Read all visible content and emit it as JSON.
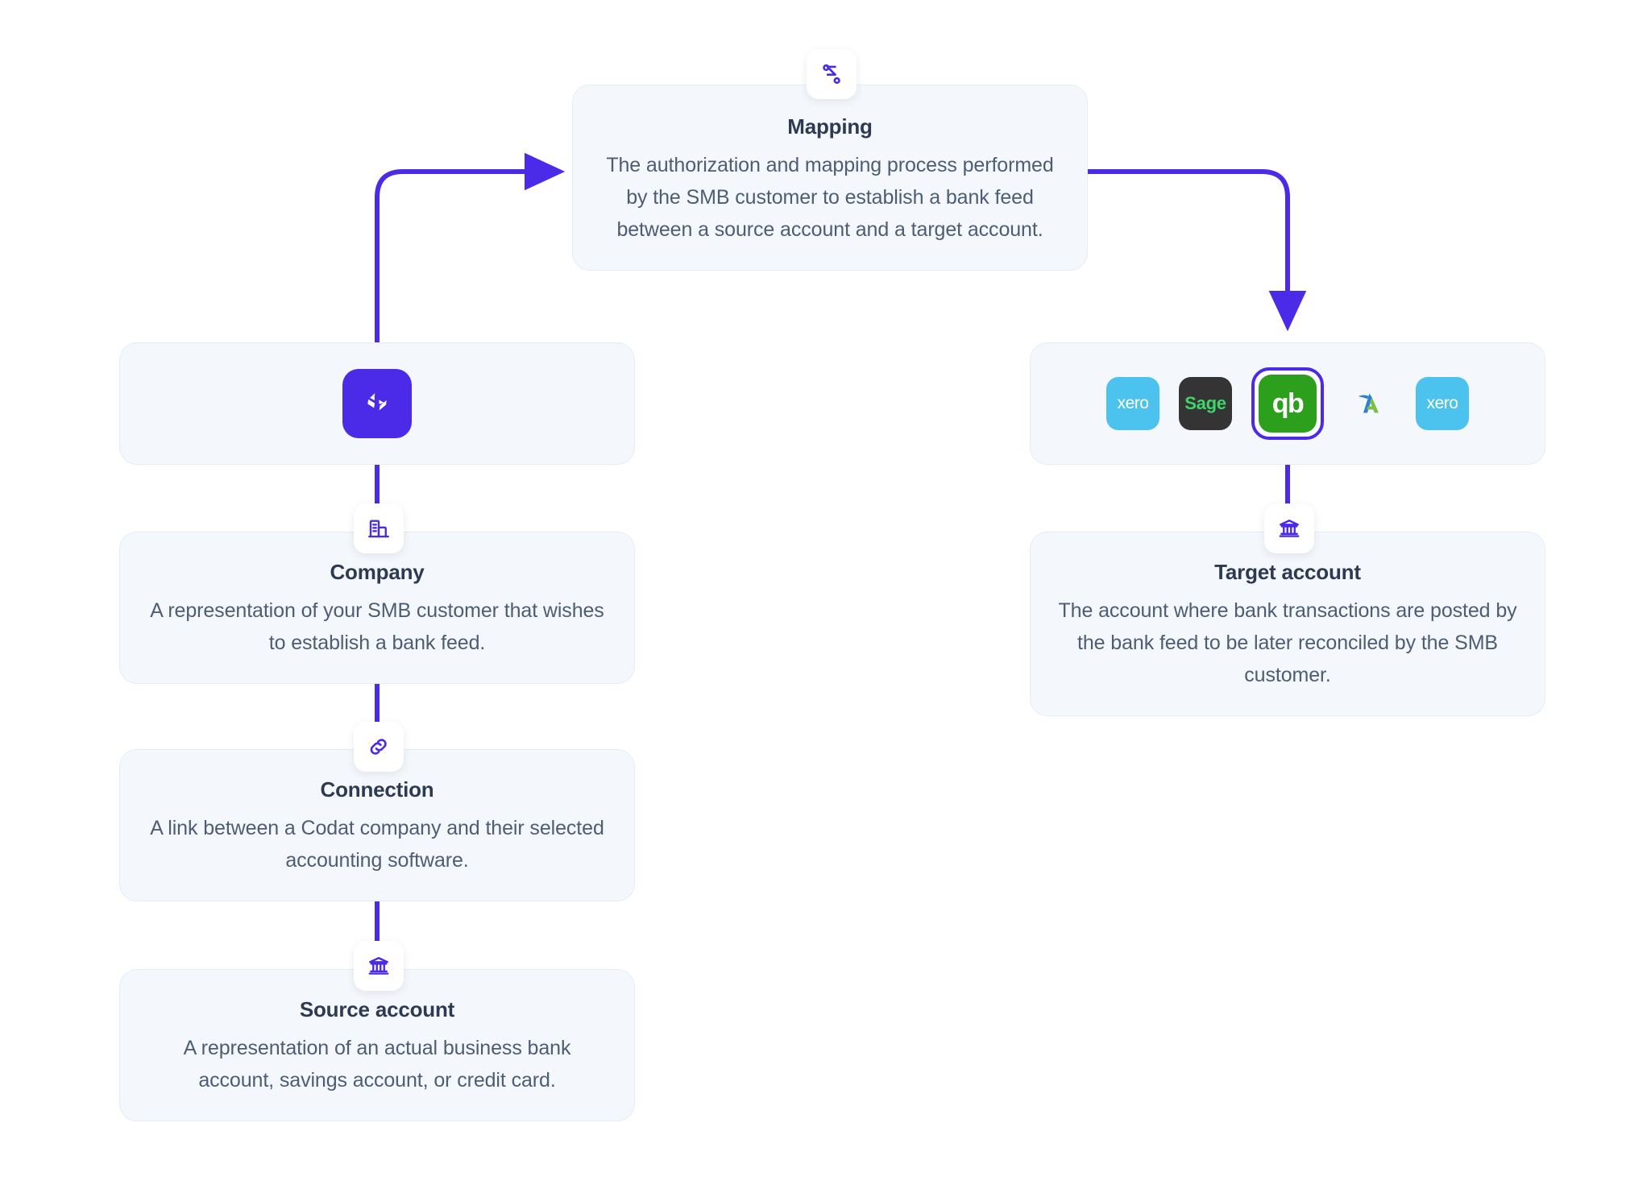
{
  "theme": {
    "accent": "#4b2ae8",
    "card_bg": "#f4f8fc",
    "card_border": "#e4ecf4",
    "title_color": "#2e3a52",
    "body_color": "#4e5d73",
    "xero_bg": "#4cc3ee",
    "sage_bg": "#343434",
    "sage_fg": "#3ed56a",
    "quickbooks_bg": "#2ca01c",
    "selected_ring": "#4b2ae8"
  },
  "cards": {
    "mapping": {
      "title": "Mapping",
      "body": "The authorization and mapping process performed by the SMB customer to establish a bank feed between a source account and a target account.",
      "icon": "mapping-percent-icon"
    },
    "company": {
      "title": "Company",
      "body": "A representation of your SMB customer that wishes to establish a bank feed.",
      "icon": "building-icon"
    },
    "connection": {
      "title": "Connection",
      "body": "A link between a Codat company and their selected accounting software.",
      "icon": "link-icon"
    },
    "source_account": {
      "title": "Source account",
      "body": "A representation of an actual business bank account, savings account, or credit card.",
      "icon": "bank-icon"
    },
    "target_account": {
      "title": "Target account",
      "body": "The account where bank transactions are posted by the bank feed to be later reconciled by the SMB customer.",
      "icon": "bank-icon"
    },
    "platform": {
      "icon": "codat-code-brackets-icon"
    }
  },
  "software_tiles": [
    {
      "name": "Xero",
      "label": "xero",
      "icon": "xero-logo-icon",
      "selected": false
    },
    {
      "name": "Sage",
      "label": "Sage",
      "icon": "sage-logo-icon",
      "selected": false
    },
    {
      "name": "QuickBooks",
      "label": "qb",
      "icon": "quickbooks-logo-icon",
      "selected": true
    },
    {
      "name": "FreeAgent",
      "label": "",
      "icon": "freeagent-logo-icon",
      "selected": false
    },
    {
      "name": "Xero",
      "label": "xero",
      "icon": "xero-logo-icon",
      "selected": false
    }
  ],
  "connectors": [
    {
      "from": "platform",
      "to": "mapping",
      "arrow": true
    },
    {
      "from": "mapping",
      "to": "software",
      "arrow": true
    },
    {
      "from": "platform",
      "to": "company",
      "arrow": false
    },
    {
      "from": "company",
      "to": "connection",
      "arrow": false
    },
    {
      "from": "connection",
      "to": "source_account",
      "arrow": false
    },
    {
      "from": "software",
      "to": "target_account",
      "arrow": false
    }
  ]
}
